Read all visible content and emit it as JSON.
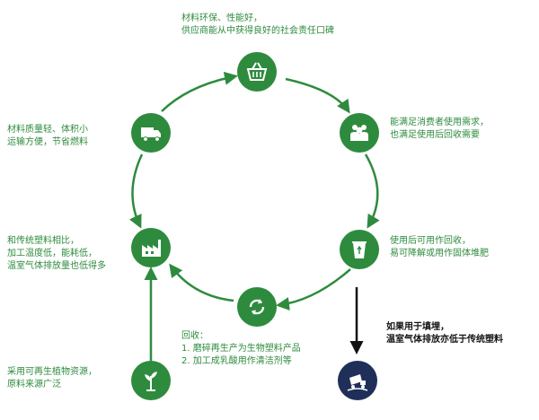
{
  "colors": {
    "accent": "#2e8b3e",
    "dark_node": "#1f2f5a",
    "arrow_black": "#111111"
  },
  "nodes": [
    {
      "id": "basket",
      "icon": "shopping-basket-icon",
      "label": [
        "材料环保、性能好，",
        "供应商能从中获得良好的社会责任口碑"
      ]
    },
    {
      "id": "people",
      "icon": "people-icon",
      "label": [
        "能满足消费者使用需求，",
        "也满足使用后回收需要"
      ]
    },
    {
      "id": "bin",
      "icon": "recycle-bin-icon",
      "label": [
        "使用后可用作回收，",
        "易可降解或用作固体堆肥"
      ]
    },
    {
      "id": "recycle",
      "icon": "recycle-arrows-icon",
      "label": [
        "回收：",
        "1. 磨碎再生产为生物塑料产品",
        "2. 加工成乳酸用作清洁剂等"
      ]
    },
    {
      "id": "factory",
      "icon": "factory-icon",
      "label": [
        "和传统塑料相比，",
        "加工温度低，能耗低，",
        "温室气体排放量也低得多"
      ]
    },
    {
      "id": "truck",
      "icon": "truck-icon",
      "label": [
        "材料质量轻、体积小",
        "运输方便，节省燃料"
      ]
    },
    {
      "id": "plant",
      "icon": "plant-icon",
      "label": [
        "采用可再生植物资源，",
        "原料来源广泛"
      ]
    },
    {
      "id": "landfill",
      "icon": "landfill-truck-icon",
      "label": [
        "如果用于填埋，",
        "温室气体排放亦低于传统塑料"
      ]
    }
  ]
}
